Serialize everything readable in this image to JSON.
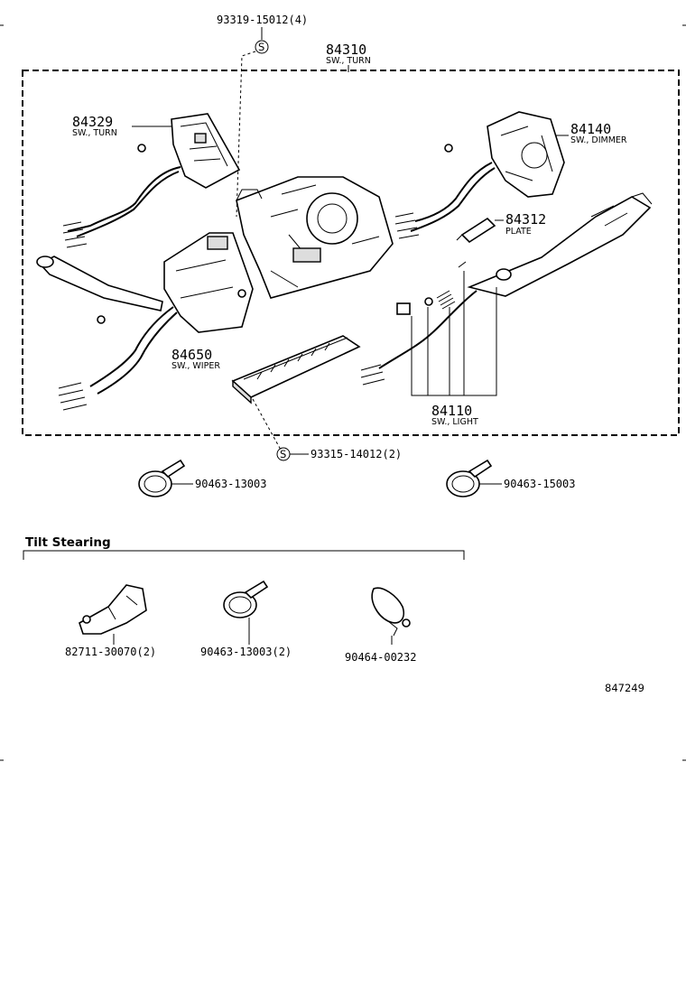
{
  "parts": {
    "screw_top": "93319-15012(4)",
    "sw_turn_assy": {
      "number": "84310",
      "label": "SW., TURN"
    },
    "sw_turn": {
      "number": "84329",
      "label": "SW., TURN"
    },
    "sw_dimmer": {
      "number": "84140",
      "label": "SW., DIMMER"
    },
    "plate": {
      "number": "84312",
      "label": "PLATE"
    },
    "sw_wiper": {
      "number": "84650",
      "label": "SW., WIPER"
    },
    "sw_light": {
      "number": "84110",
      "label": "SW., LIGHT"
    },
    "screw_bottom": "93315-14012(2)",
    "clamp_left": "90463-13003",
    "clamp_right": "90463-15003"
  },
  "symbols": {
    "screw_symbol": "S"
  },
  "tilt_section": {
    "title": "Tilt Stearing",
    "clip": "82711-30070(2)",
    "clamp": "90463-13003(2)",
    "band": "90464-00232"
  },
  "diagram_ref": "847249"
}
